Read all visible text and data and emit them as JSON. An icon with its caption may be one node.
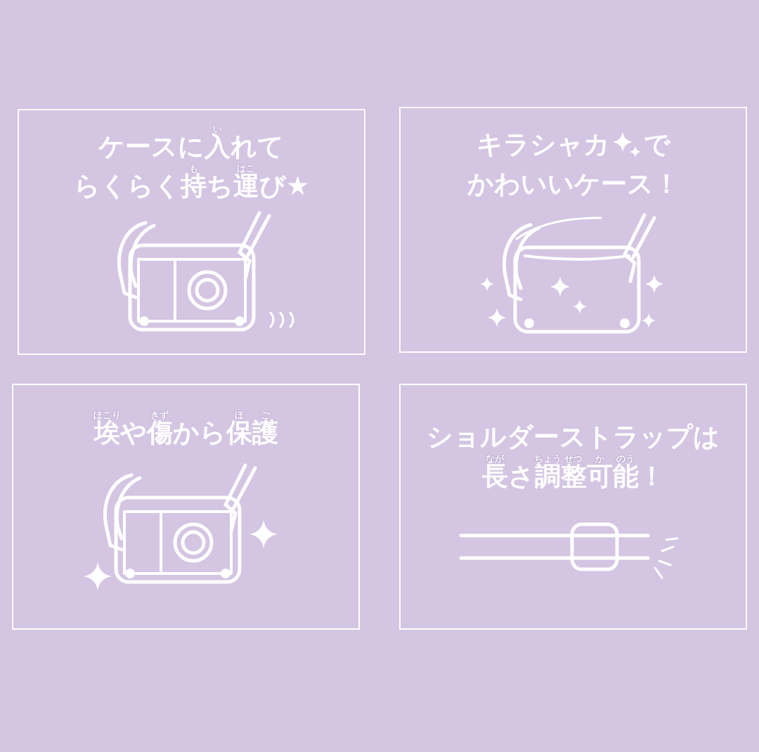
{
  "diagram": {
    "nodes": [
      {
        "text": [
          "ケースに入れてらくらく持ち運び★",
          "い",
          "も",
          "はこ"
        ]
      },
      {
        "text": [
          "キラシャカ",
          "で",
          "かわいいケース！"
        ]
      },
      {
        "text": [
          "埃や傷から保護",
          "ほこり",
          "きず",
          "ほ",
          "ご"
        ]
      },
      {
        "text": [
          "ショルダーストラップは長さ調整可能！",
          "なが",
          "ちょう",
          "せつ",
          "か",
          "のう"
        ]
      }
    ]
  }
}
